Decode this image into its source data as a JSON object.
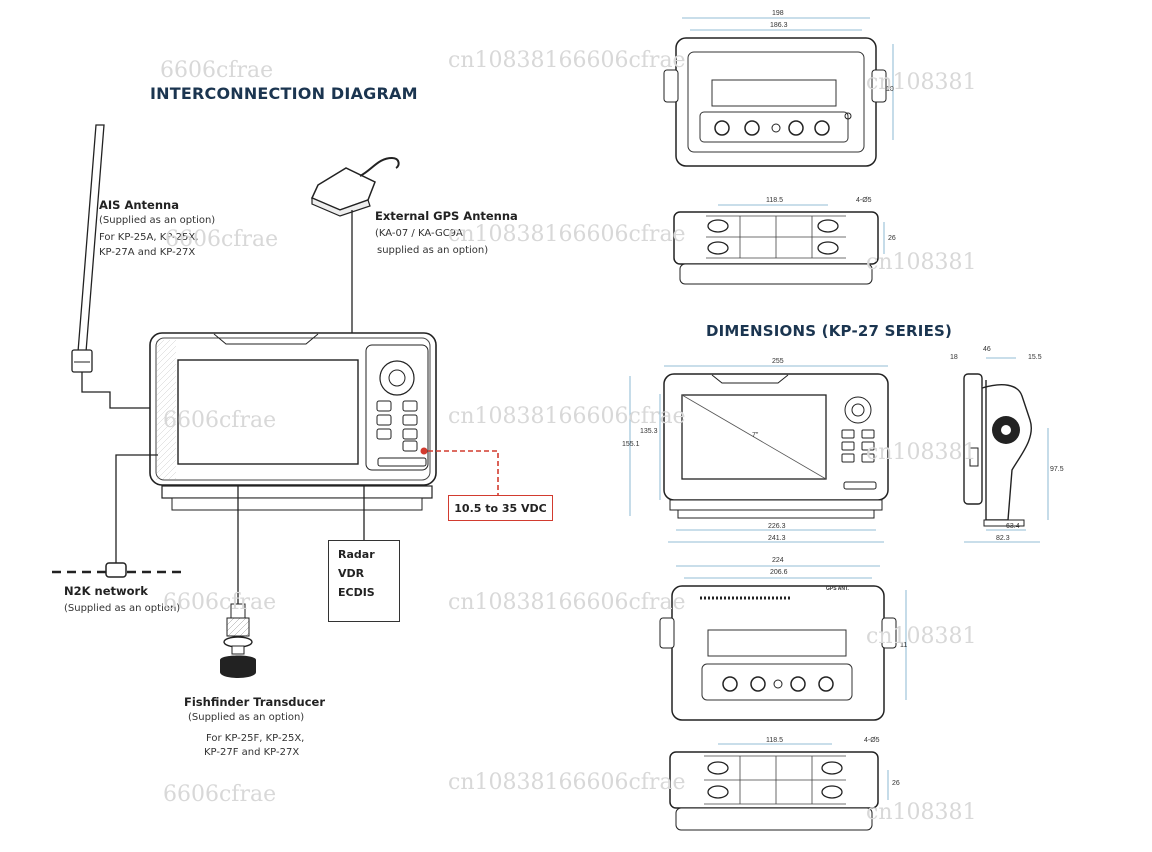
{
  "left": {
    "title": "INTERCONNECTION DIAGRAM",
    "ais": {
      "name": "AIS Antenna",
      "note": "(Supplied as an option)",
      "models_1": "For KP-25A, KP-25X,",
      "models_2": "KP-27A and KP-27X"
    },
    "gps": {
      "name": "External GPS Antenna",
      "models": "(KA-07 / KA-GC9A",
      "note": "supplied as an option)"
    },
    "power": "10.5 to 35 VDC",
    "devices": [
      "Radar",
      "VDR",
      "ECDIS"
    ],
    "n2k": {
      "name": "N2K network",
      "note": "(Supplied as an option)"
    },
    "transducer": {
      "name": "Fishfinder Transducer",
      "note": "(Supplied as an option)",
      "models_1": "For KP-25F, KP-25X,",
      "models_2": "KP-27F and KP-27X"
    }
  },
  "right": {
    "title": "DIMENSIONS (KP-27 SERIES)",
    "top_rear": {
      "w_outer": "198",
      "w_inner": "186.3",
      "h": "10"
    },
    "top_bottom": {
      "span": "118.5",
      "holes": "4-Ø5",
      "depth": "26"
    },
    "front": {
      "w": "255",
      "h_outer": "155.1",
      "h_inner": "135.3",
      "screen": "7\"",
      "w_base_inner": "226.3",
      "w_base_outer": "241.3"
    },
    "side": {
      "a": "18",
      "b": "46",
      "c": "15.5",
      "h": "97.5",
      "d_inner": "63.4",
      "d_outer": "82.3"
    },
    "rear2": {
      "w_outer": "224",
      "w_inner": "206.6",
      "h": "11",
      "tag": "GPS ANT."
    },
    "bottom2": {
      "span": "118.5",
      "holes": "4-Ø5",
      "depth": "26"
    }
  },
  "watermarks": [
    "6606cfrae",
    "cn10838166606cfrae",
    "cn108381"
  ],
  "colors": {
    "title": "#1b3550",
    "power_line": "#d23b2f",
    "dim_line": "#6fa8c8"
  }
}
